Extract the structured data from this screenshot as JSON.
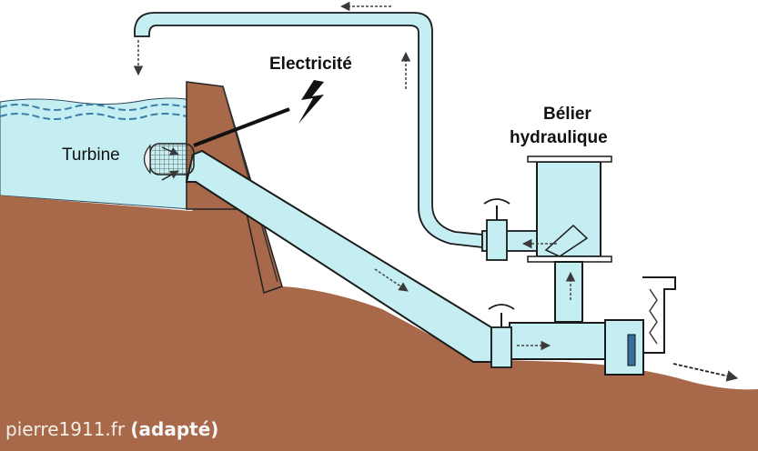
{
  "labels": {
    "electricity": "Electricité",
    "turbine": "Turbine",
    "ram_line1": "Bélier",
    "ram_line2": "hydraulique"
  },
  "credit": {
    "site": "pierre1911.fr",
    "note": "(adapté)"
  },
  "colors": {
    "water": "#c4eef2",
    "water_dark": "#3a7ea8",
    "earth": "#a8694a",
    "pipe_outline": "#1a1a1a",
    "arrow": "#4a4a4a"
  },
  "icons": [
    "lightning-bolt-icon",
    "flow-arrow-icon",
    "valve-handle-icon"
  ]
}
